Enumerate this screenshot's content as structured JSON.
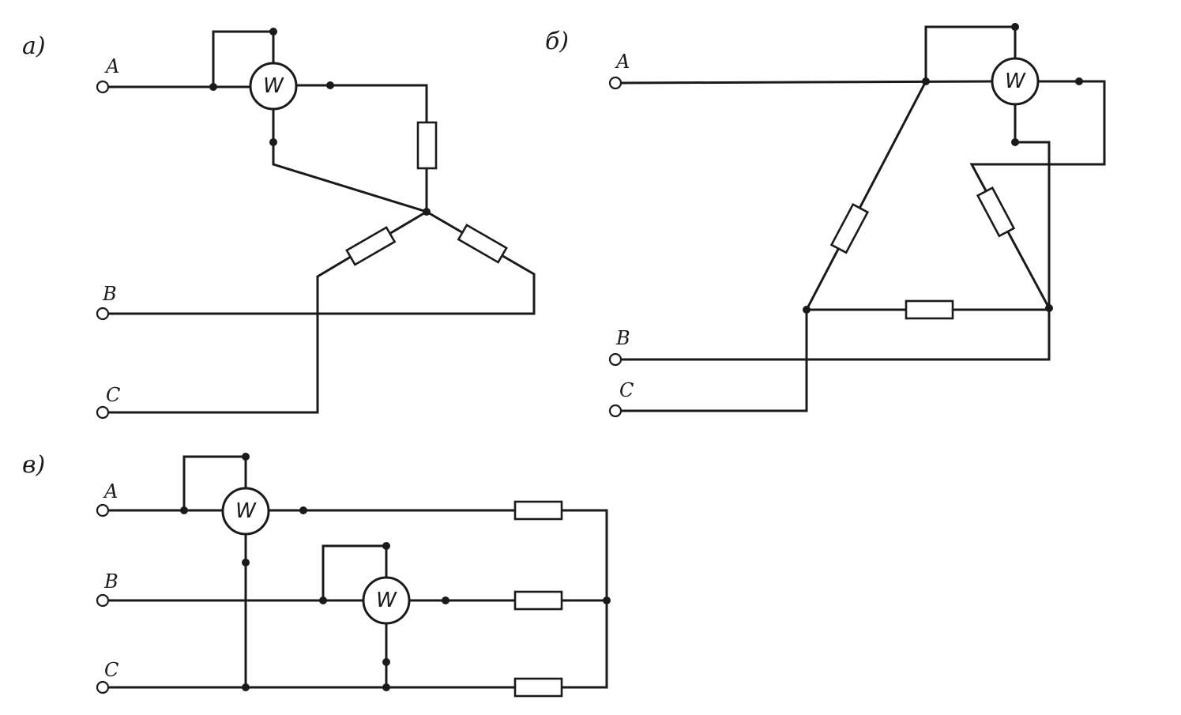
{
  "panels": {
    "a": {
      "label": "а)",
      "phases": {
        "A": "A",
        "B": "B",
        "C": "C"
      },
      "meter": "W"
    },
    "b": {
      "label": "б)",
      "phases": {
        "A": "A",
        "B": "B",
        "C": "C"
      },
      "meter": "W"
    },
    "c": {
      "label": "в)",
      "phases": {
        "A": "A",
        "B": "B",
        "C": "C"
      },
      "meter1": "W",
      "meter2": "W"
    }
  }
}
